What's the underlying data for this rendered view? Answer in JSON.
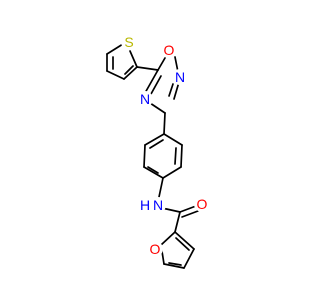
{
  "molecule": {
    "atoms": [
      {
        "id": "S1",
        "label": "S",
        "color": "#b8b800"
      },
      {
        "id": "O1",
        "label": "O",
        "color": "#ff0000"
      },
      {
        "id": "N1",
        "label": "N",
        "color": "#0000ff"
      },
      {
        "id": "N2",
        "label": "N",
        "color": "#0000ff"
      },
      {
        "id": "N3",
        "label": "N",
        "color": "#0000ff"
      },
      {
        "id": "H3",
        "label": "H",
        "color": "#0000ff"
      },
      {
        "id": "O2",
        "label": "O",
        "color": "#ff0000"
      },
      {
        "id": "O3",
        "label": "O",
        "color": "#ff0000"
      }
    ]
  }
}
